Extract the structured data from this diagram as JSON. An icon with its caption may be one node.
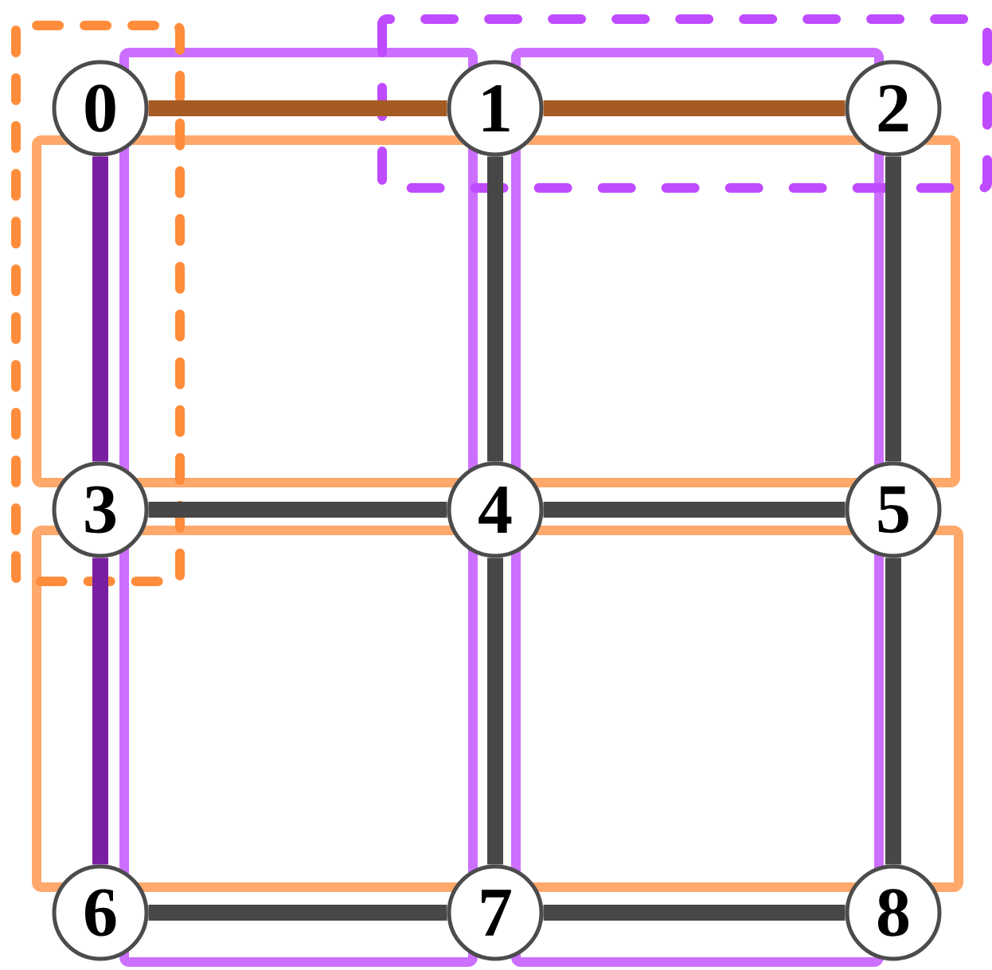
{
  "diagram": {
    "nodes": [
      {
        "text": [
          "0"
        ]
      },
      {
        "text": [
          "1"
        ]
      },
      {
        "text": [
          "2"
        ]
      },
      {
        "text": [
          "3"
        ]
      },
      {
        "text": [
          "4"
        ]
      },
      {
        "text": [
          "5"
        ]
      },
      {
        "text": [
          "6"
        ]
      },
      {
        "text": [
          "7"
        ]
      },
      {
        "text": [
          "8"
        ]
      }
    ],
    "edges": [
      {
        "from": 0,
        "to": 1,
        "arrow": "none",
        "color": "#a65a24"
      },
      {
        "from": 1,
        "to": 2,
        "arrow": "none",
        "color": "#a65a24"
      },
      {
        "from": 0,
        "to": 3,
        "arrow": "none",
        "color": "#7a1fa2"
      },
      {
        "from": 3,
        "to": 6,
        "arrow": "none",
        "color": "#7a1fa2"
      },
      {
        "from": 1,
        "to": 4,
        "arrow": "none"
      },
      {
        "from": 2,
        "to": 5,
        "arrow": "none"
      },
      {
        "from": 3,
        "to": 4,
        "arrow": "none"
      },
      {
        "from": 4,
        "to": 5,
        "arrow": "none"
      },
      {
        "from": 4,
        "to": 7,
        "arrow": "none"
      },
      {
        "from": 5,
        "to": 8,
        "arrow": "none"
      },
      {
        "from": 6,
        "to": 7,
        "arrow": "none"
      },
      {
        "from": 7,
        "to": 8,
        "arrow": "none"
      }
    ]
  }
}
